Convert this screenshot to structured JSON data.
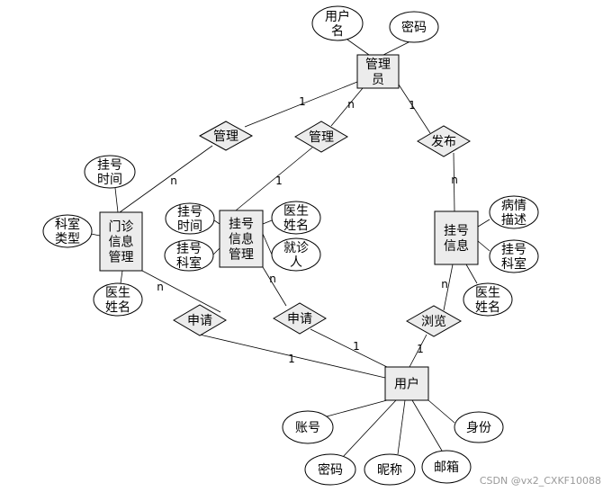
{
  "diagram": {
    "entities": [
      {
        "id": "admin",
        "lines": [
          "管理",
          "员"
        ]
      },
      {
        "id": "clinic",
        "lines": [
          "门诊",
          "信息",
          "管理"
        ]
      },
      {
        "id": "regmgmt",
        "lines": [
          "挂号",
          "信息",
          "管理"
        ]
      },
      {
        "id": "reginfo",
        "lines": [
          "挂号",
          "信息"
        ]
      },
      {
        "id": "user",
        "lines": [
          "用户"
        ]
      }
    ],
    "attributes": [
      {
        "id": "admin_username",
        "lines": [
          "用户",
          "名"
        ]
      },
      {
        "id": "admin_password",
        "lines": [
          "密码"
        ]
      },
      {
        "id": "clinic_regtime",
        "lines": [
          "挂号",
          "时间"
        ]
      },
      {
        "id": "clinic_depttype",
        "lines": [
          "科室",
          "类型"
        ]
      },
      {
        "id": "clinic_doctor",
        "lines": [
          "医生",
          "姓名"
        ]
      },
      {
        "id": "regmgmt_time",
        "lines": [
          "挂号",
          "时间"
        ]
      },
      {
        "id": "regmgmt_dept",
        "lines": [
          "挂号",
          "科室"
        ]
      },
      {
        "id": "regmgmt_doctor",
        "lines": [
          "医生",
          "姓名"
        ]
      },
      {
        "id": "regmgmt_patient",
        "lines": [
          "就诊",
          "人"
        ]
      },
      {
        "id": "reginfo_desc",
        "lines": [
          "病情",
          "描述"
        ]
      },
      {
        "id": "reginfo_dept",
        "lines": [
          "挂号",
          "科室"
        ]
      },
      {
        "id": "reginfo_doctor",
        "lines": [
          "医生",
          "姓名"
        ]
      },
      {
        "id": "user_account",
        "lines": [
          "账号"
        ]
      },
      {
        "id": "user_identity",
        "lines": [
          "身份"
        ]
      },
      {
        "id": "user_password",
        "lines": [
          "密码"
        ]
      },
      {
        "id": "user_nickname",
        "lines": [
          "昵称"
        ]
      },
      {
        "id": "user_email",
        "lines": [
          "邮箱"
        ]
      }
    ],
    "relationships": [
      {
        "id": "manage1",
        "label": "管理"
      },
      {
        "id": "manage2",
        "label": "管理"
      },
      {
        "id": "publish",
        "label": "发布"
      },
      {
        "id": "apply1",
        "label": "申请"
      },
      {
        "id": "apply2",
        "label": "申请"
      },
      {
        "id": "browse",
        "label": "浏览"
      }
    ],
    "cardinalities": [
      {
        "id": "c_m1_admin",
        "text": "1"
      },
      {
        "id": "c_m1_clinic",
        "text": "n"
      },
      {
        "id": "c_m2_admin",
        "text": "1"
      },
      {
        "id": "c_m2_reg",
        "text": "n"
      },
      {
        "id": "c_pub_admin",
        "text": "1"
      },
      {
        "id": "c_pub_info",
        "text": "n"
      },
      {
        "id": "c_ap1_clinic",
        "text": "n"
      },
      {
        "id": "c_ap1_user",
        "text": "1"
      },
      {
        "id": "c_ap2_reg",
        "text": "n"
      },
      {
        "id": "c_ap2_user",
        "text": "1"
      },
      {
        "id": "c_br_info",
        "text": "n"
      },
      {
        "id": "c_br_user",
        "text": "1"
      }
    ]
  },
  "watermark": "CSDN @vx2_CXKF10088"
}
